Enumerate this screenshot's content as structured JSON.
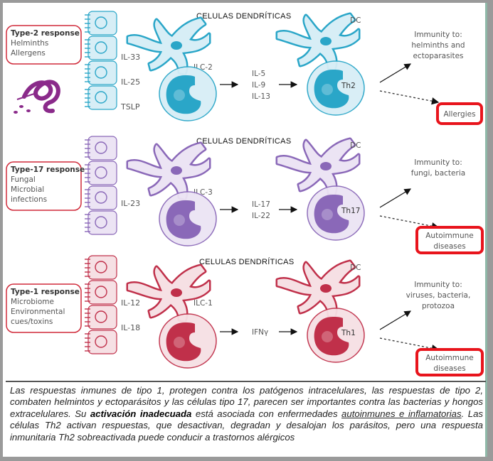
{
  "header_label": "CELULAS DENDRÍTICAS",
  "rows": [
    {
      "response": {
        "title": "Type-2 response",
        "lines": [
          "Helminths",
          "Allergens"
        ]
      },
      "epithelial_signals": [
        "IL-33",
        "IL-25",
        "TSLP"
      ],
      "ilc_label": "ILC-2",
      "cytokines": [
        "IL-5",
        "IL-9",
        "IL-13"
      ],
      "dc_label": "DC",
      "th_label": "Th2",
      "immunity": [
        "Immunity to:",
        "helminths and",
        "ectoparasites"
      ],
      "disease": [
        "Allergies"
      ],
      "color": "#2aa6c8",
      "color_light": "#d7eef6",
      "color_dark": "#1a86a8"
    },
    {
      "response": {
        "title": "Type-17 response",
        "lines": [
          "Fungal",
          "Microbial",
          "infections"
        ]
      },
      "epithelial_signals": [
        "IL-23"
      ],
      "ilc_label": "ILC-3",
      "cytokines": [
        "IL-17",
        "IL-22"
      ],
      "dc_label": "DC",
      "th_label": "Th17",
      "immunity": [
        "Immunity to:",
        "fungi, bacteria"
      ],
      "disease": [
        "Autoimmune",
        "diseases"
      ],
      "color": "#8a68b8",
      "color_light": "#ece4f4",
      "color_dark": "#6a4a9a"
    },
    {
      "response": {
        "title": "Type-1 response",
        "lines": [
          "Microbiome",
          "Environmental",
          "cues/toxins"
        ]
      },
      "epithelial_signals": [
        "IL-12",
        "IL-18"
      ],
      "ilc_label": "ILC-1",
      "cytokines": [
        "IFNγ"
      ],
      "dc_label": "DC",
      "th_label": "Th1",
      "immunity": [
        "Immunity to:",
        "viruses, bacteria,",
        "protozoa"
      ],
      "disease": [
        "Autoimmune",
        "diseases"
      ],
      "color": "#c0304a",
      "color_light": "#f6e0e4",
      "color_dark": "#a01e38"
    }
  ],
  "highlight_color": "#e8141c",
  "caption": {
    "part1": "Las respuestas inmunes de tipo 1, protegen contra los patógenos intracelulares, las respuestas de tipo 2, combaten helmintos y ectoparásitos y las células tipo 17, parecen ser importantes contra las bacterias y hongos extracelulares. Su ",
    "bold": "activación inadecuada",
    "part2": " está asociada con enfermedades ",
    "underlined": "autoinmunes e inflamatorias",
    "part3": ". Las células Th2 activan respuestas, que desactivan, degradan y desalojan los parásitos, pero una respuesta inmunitaria Th2 sobreactivada puede conducir a trastornos alérgicos"
  }
}
